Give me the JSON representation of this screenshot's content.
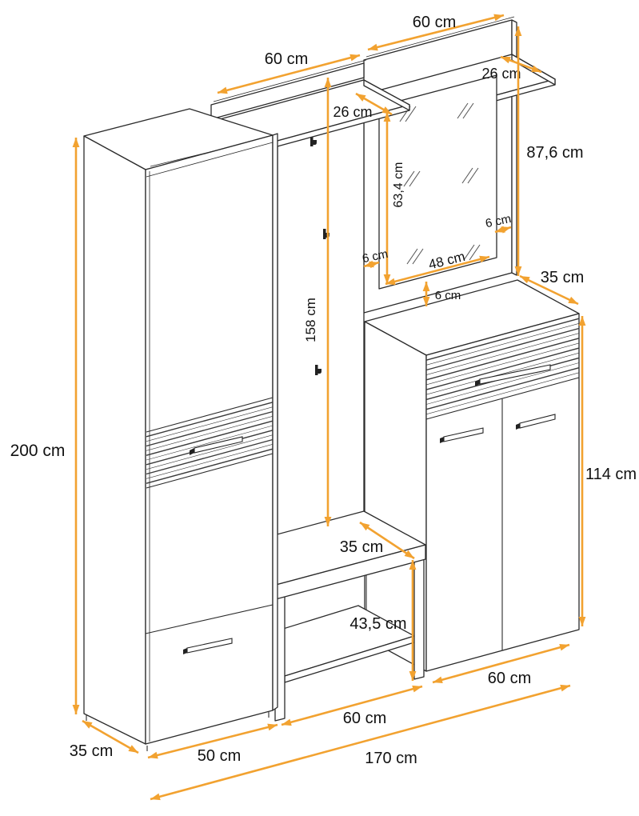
{
  "colors": {
    "dimension_accent": "#F2A230",
    "outline": "#2b2b2b",
    "background": "#ffffff"
  },
  "dimensions": {
    "wardrobe_height": "200 cm",
    "wardrobe_width": "50 cm",
    "wardrobe_depth": "35 cm",
    "rail_left_width": "60 cm",
    "rail_right_width": "60 cm",
    "shelf_left_depth": "26 cm",
    "shelf_right_depth": "26 cm",
    "coat_panel_height": "158 cm",
    "mirror_assembly_height": "87,6 cm",
    "mirror_glass_height": "63,4 cm",
    "mirror_glass_width": "48 cm",
    "mirror_margin_left": "6 cm",
    "mirror_margin_right": "6 cm",
    "mirror_margin_bottom": "6 cm",
    "shoe_cabinet_depth": "35 cm",
    "shoe_cabinet_height": "114 cm",
    "shoe_cabinet_width": "60 cm",
    "bench_seat_depth": "35 cm",
    "bench_height": "43,5 cm",
    "bench_width": "60 cm",
    "total_width": "170 cm"
  }
}
